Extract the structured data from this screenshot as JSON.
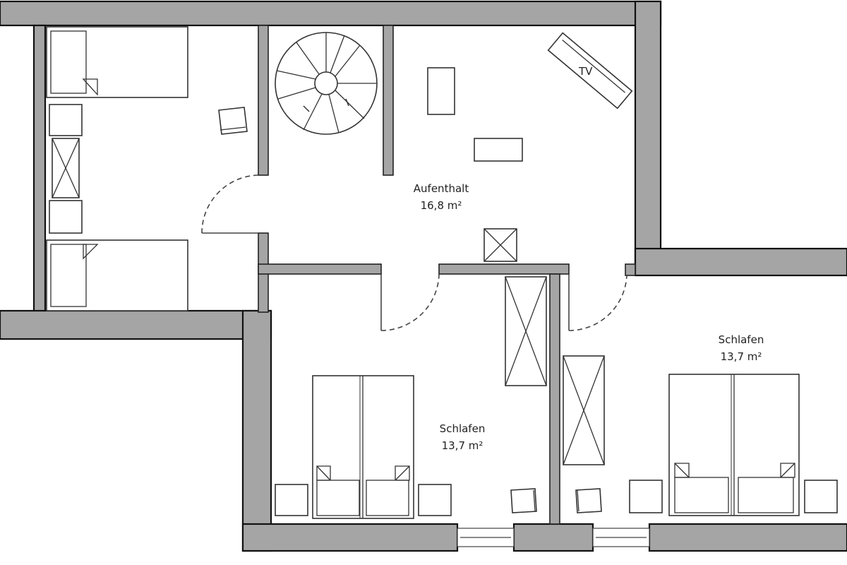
{
  "rooms": {
    "living": {
      "name": "Aufenthalt",
      "area": "16,8 m²"
    },
    "bedroom_center": {
      "name": "Schlafen",
      "area": "13,7 m²"
    },
    "bedroom_right": {
      "name": "Schlafen",
      "area": "13,7 m²"
    }
  },
  "furniture_labels": {
    "tv": "TV"
  },
  "colors": {
    "wall": "#a5a5a5",
    "line": "#222222",
    "background": "#ffffff"
  }
}
